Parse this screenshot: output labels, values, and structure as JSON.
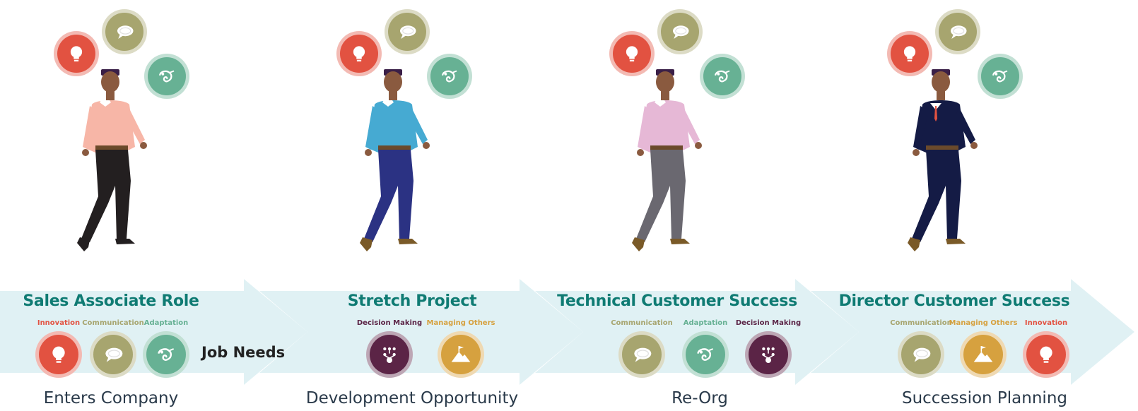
{
  "colors": {
    "band": "#e0f1f4",
    "title": "#0f7b73",
    "innovation": "#e25241",
    "communication": "#a7a56f",
    "adaptation": "#67b194",
    "decision_making": "#5b2446",
    "managing_others": "#d6a13f"
  },
  "job_needs_label": "Job Needs",
  "stages": [
    {
      "role": "Sales Associate Role",
      "event": "Enters Company",
      "shirt": "#f7b6a7",
      "pants": "#231f20",
      "shoes": "#231f20",
      "skills": [
        {
          "label": "Innovation",
          "key": "innovation",
          "icon": "lightbulb-icon"
        },
        {
          "label": "Communication",
          "key": "communication",
          "icon": "speech-bubble-icon"
        },
        {
          "label": "Adaptation",
          "key": "adaptation",
          "icon": "chameleon-icon"
        }
      ]
    },
    {
      "role": "Stretch Project",
      "event": "Development Opportunity",
      "shirt": "#46aad2",
      "pants": "#2b3283",
      "shoes": "#7a5a28",
      "skills": [
        {
          "label": "Decision Making",
          "key": "decision_making",
          "icon": "flowchart-icon"
        },
        {
          "label": "Managing Others",
          "key": "managing_others",
          "icon": "mountain-flag-icon"
        }
      ]
    },
    {
      "role": "Technical Customer Success",
      "event": "Re-Org",
      "shirt": "#e6b8d6",
      "pants": "#6a6870",
      "shoes": "#7a5a28",
      "skills": [
        {
          "label": "Communication",
          "key": "communication",
          "icon": "speech-bubble-icon"
        },
        {
          "label": "Adaptation",
          "key": "adaptation",
          "icon": "chameleon-icon"
        },
        {
          "label": "Decision Making",
          "key": "decision_making",
          "icon": "flowchart-icon"
        }
      ]
    },
    {
      "role": "Director Customer Success",
      "event": "Succession Planning",
      "shirt": "#141b45",
      "pants": "#141b45",
      "shoes": "#7a5a28",
      "skills": [
        {
          "label": "Communication",
          "key": "communication",
          "icon": "speech-bubble-icon"
        },
        {
          "label": "Managing Others",
          "key": "managing_others",
          "icon": "mountain-flag-icon"
        },
        {
          "label": "Innovation",
          "key": "innovation",
          "icon": "lightbulb-icon"
        }
      ]
    }
  ]
}
